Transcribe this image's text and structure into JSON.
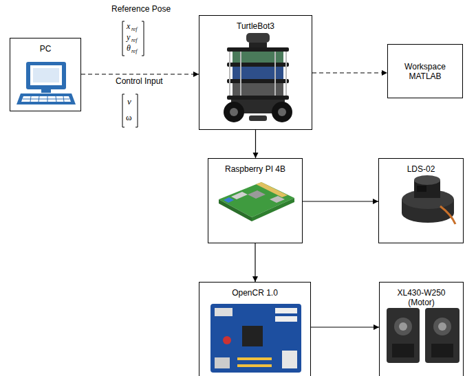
{
  "diagram": {
    "nodes": [
      {
        "text": [
          "PC"
        ]
      },
      {
        "text": [
          "TurtleBot3"
        ]
      },
      {
        "text": [
          "Workspace MATLAB"
        ]
      },
      {
        "text": [
          "Raspberry PI 4B"
        ]
      },
      {
        "text": [
          "LDS-02"
        ]
      },
      {
        "text": [
          "OpenCR 1.0"
        ]
      },
      {
        "text": [
          "XL430-W250 (Motor)"
        ]
      }
    ],
    "edges": [
      {
        "from": 0,
        "to": 1,
        "arrow": "to",
        "label": "Reference Pose"
      },
      {
        "from": 1,
        "to": 2,
        "arrow": "to"
      },
      {
        "from": 1,
        "to": 3,
        "arrow": "to"
      },
      {
        "from": 3,
        "to": 4,
        "arrow": "to"
      },
      {
        "from": 3,
        "to": 5,
        "arrow": "to"
      },
      {
        "from": 5,
        "to": 6,
        "arrow": "to"
      }
    ],
    "labels": [
      "Control Input",
      "x",
      "ref",
      "y",
      "ref",
      "θ",
      "ref",
      "v",
      "ω"
    ]
  }
}
